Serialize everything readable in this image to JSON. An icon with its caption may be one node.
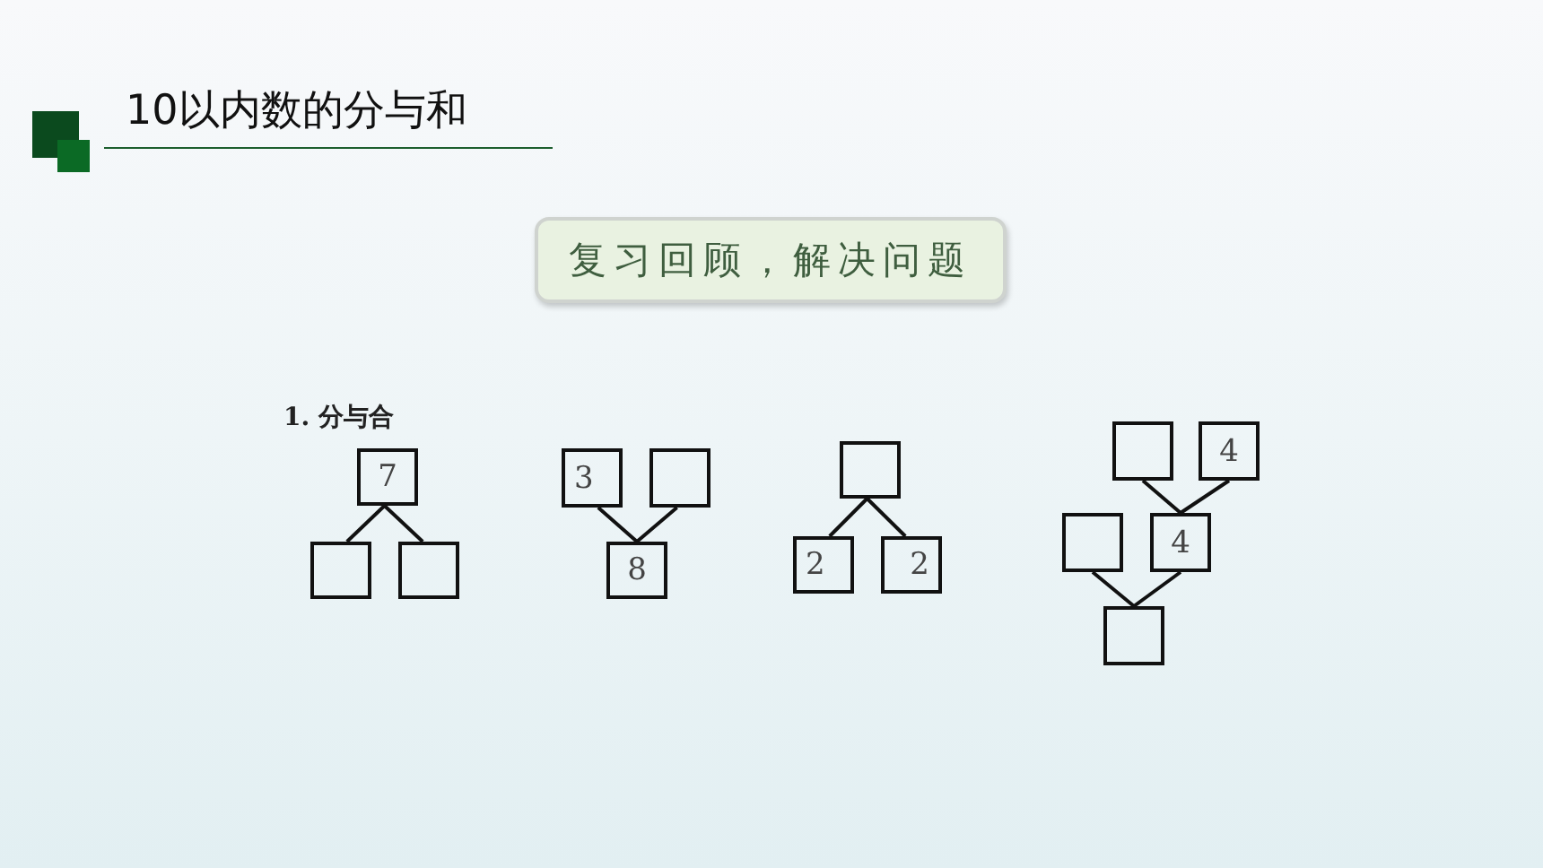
{
  "diagram": {
    "title": "10以内数的分与和",
    "nodes": [
      {
        "text": [
          "复习回顾，解决问题"
        ]
      },
      {
        "text": [
          "7"
        ]
      },
      {
        "text": [],
        "shape": "box"
      },
      {
        "text": [],
        "shape": "box"
      },
      {
        "text": [
          "3"
        ]
      },
      {
        "text": [],
        "shape": "box"
      },
      {
        "text": [
          "8"
        ]
      },
      {
        "text": [],
        "shape": "box"
      },
      {
        "text": [
          "2"
        ]
      },
      {
        "text": [
          "2"
        ]
      },
      {
        "text": [],
        "shape": "box"
      },
      {
        "text": [
          "4"
        ]
      },
      {
        "text": [],
        "shape": "box"
      },
      {
        "text": [
          "4"
        ]
      },
      {
        "text": [],
        "shape": "box"
      }
    ],
    "edges": [
      {
        "from": 1,
        "to": 2,
        "arrow": "none"
      },
      {
        "from": 1,
        "to": 3,
        "arrow": "none"
      },
      {
        "from": 4,
        "to": 6,
        "arrow": "none"
      },
      {
        "from": 5,
        "to": 6,
        "arrow": "none"
      },
      {
        "from": 7,
        "to": 8,
        "arrow": "none"
      },
      {
        "from": 7,
        "to": 9,
        "arrow": "none"
      },
      {
        "from": 10,
        "to": 13,
        "arrow": "none"
      },
      {
        "from": 11,
        "to": 13,
        "arrow": "none"
      },
      {
        "from": 12,
        "to": 14,
        "arrow": "none"
      },
      {
        "from": 13,
        "to": 14,
        "arrow": "none"
      }
    ],
    "labels": [
      "1. 分与合"
    ]
  }
}
